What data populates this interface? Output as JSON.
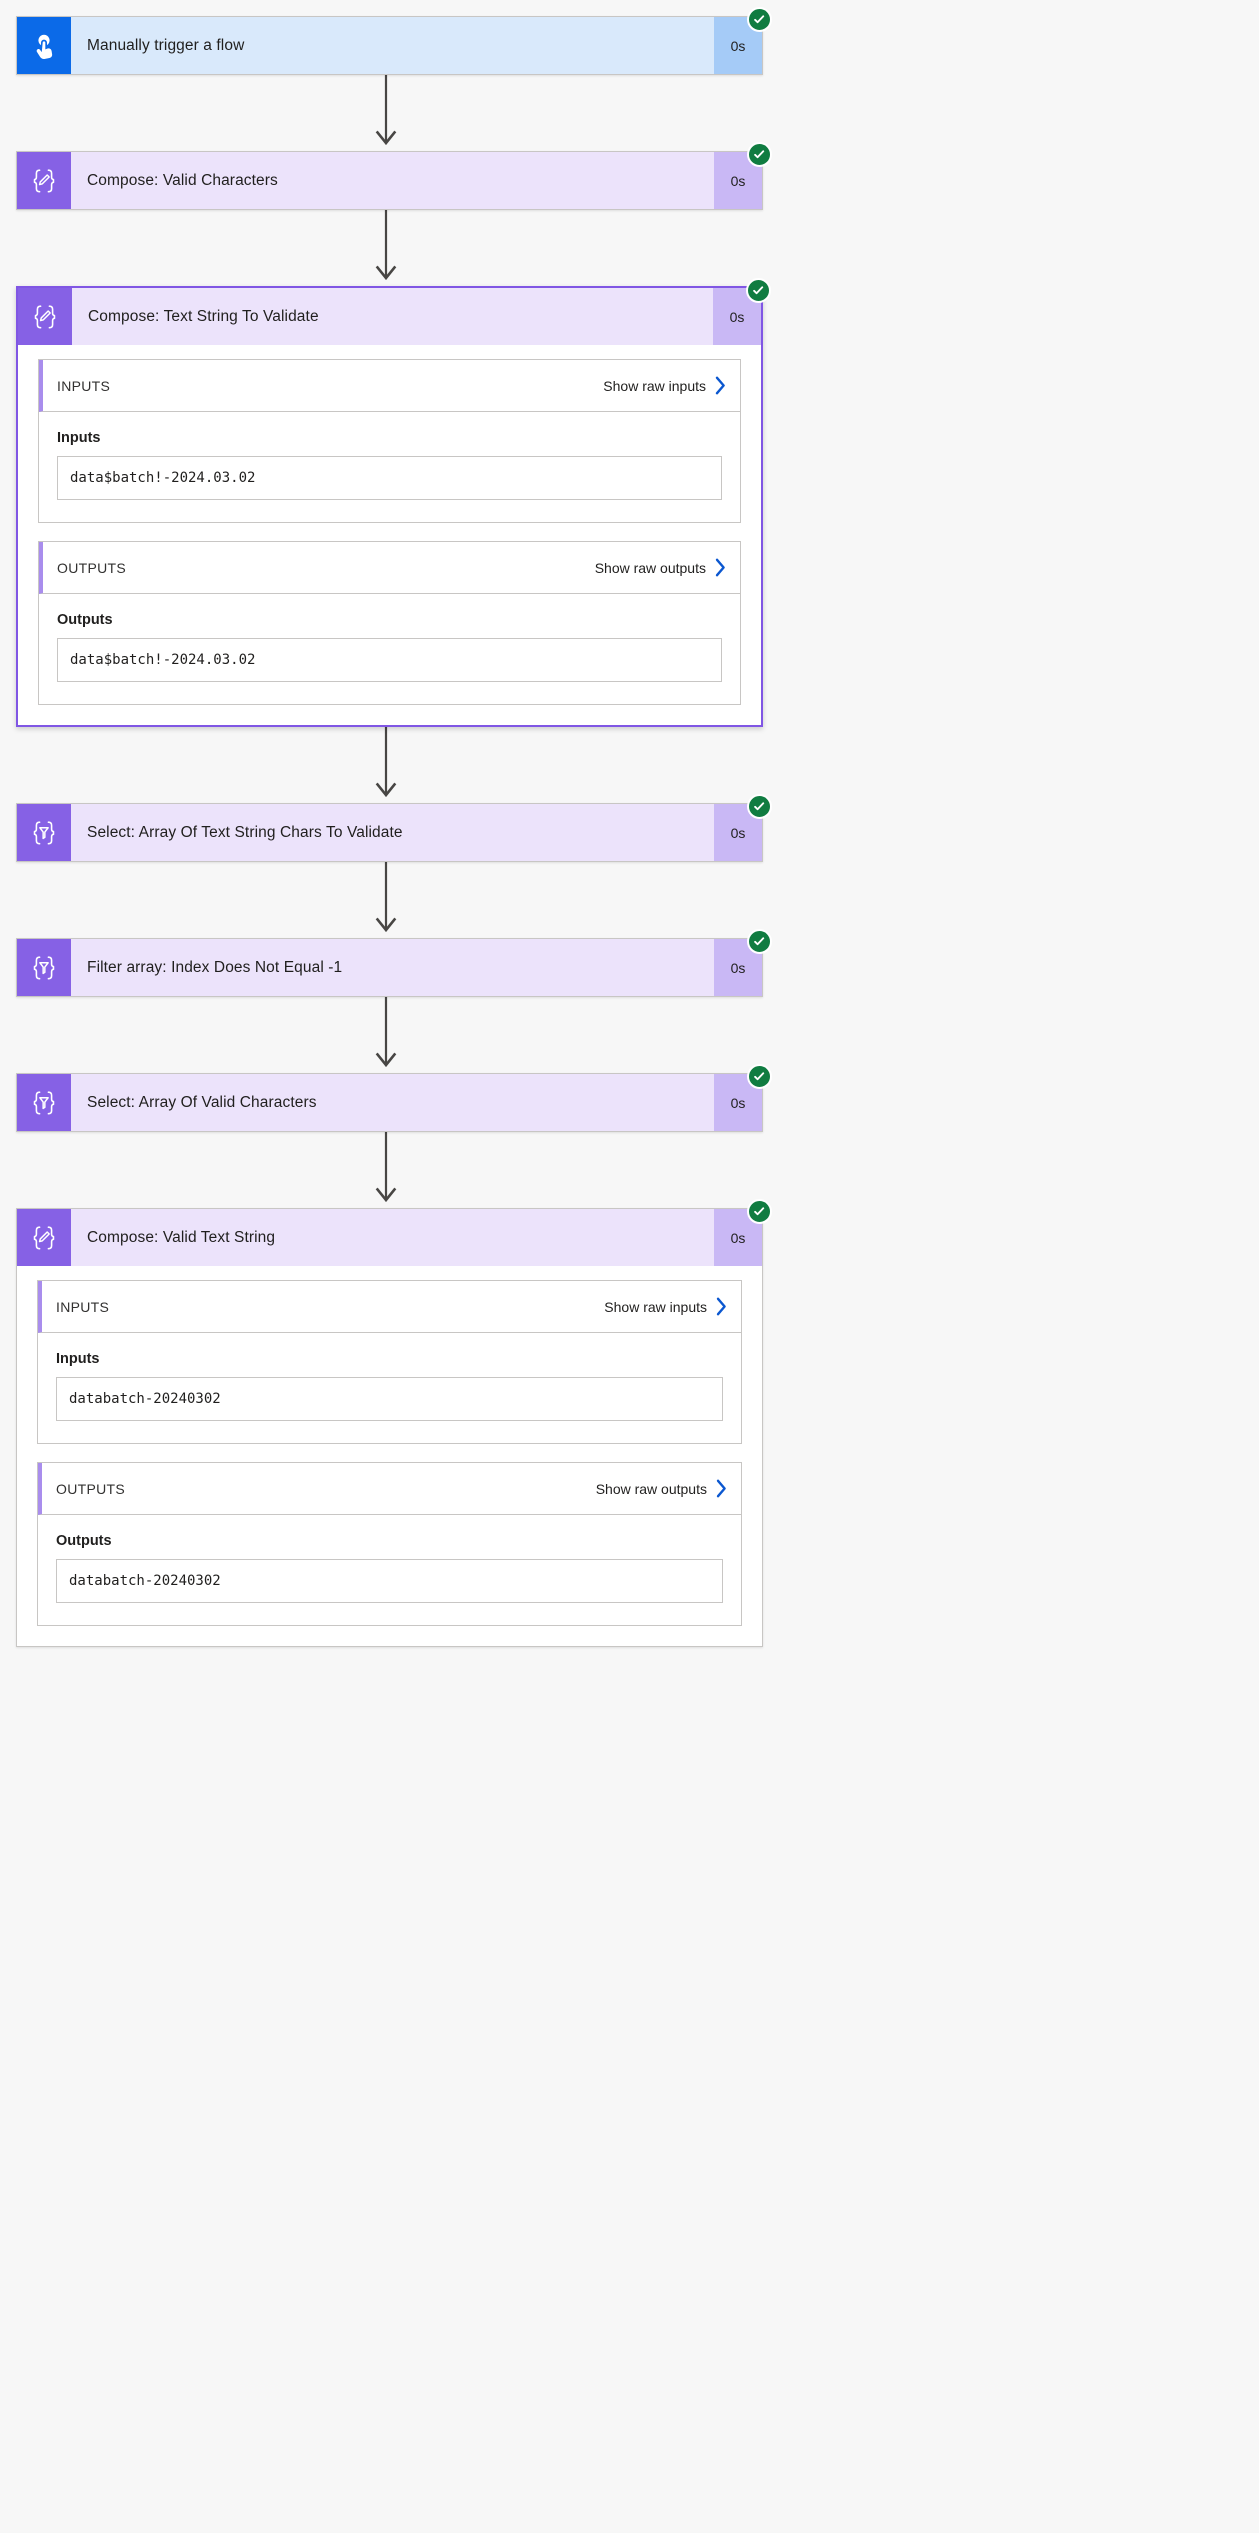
{
  "flow": {
    "status_icon": "check-circle-icon",
    "nodes": [
      {
        "id": "manually-trigger-a-flow",
        "kind": "trigger",
        "icon": "tap-hand-icon",
        "title": "Manually trigger a flow",
        "duration": "0s",
        "status": "Succeeded",
        "selected": false,
        "expanded": false
      },
      {
        "id": "compose-valid-characters",
        "kind": "action",
        "icon": "compose-braces-pencil-icon",
        "title": "Compose: Valid Characters",
        "duration": "0s",
        "status": "Succeeded",
        "selected": false,
        "expanded": false
      },
      {
        "id": "compose-text-string-to-validate",
        "kind": "action",
        "icon": "compose-braces-pencil-icon",
        "title": "Compose: Text String To Validate",
        "duration": "0s",
        "status": "Succeeded",
        "selected": true,
        "expanded": true,
        "inputs": {
          "section_label": "INPUTS",
          "raw_link": "Show raw inputs",
          "raw_link_icon": "chevron-right-icon",
          "field_label": "Inputs",
          "value": "data$batch!-2024.03.02"
        },
        "outputs": {
          "section_label": "OUTPUTS",
          "raw_link": "Show raw outputs",
          "raw_link_icon": "chevron-right-icon",
          "field_label": "Outputs",
          "value": "data$batch!-2024.03.02"
        }
      },
      {
        "id": "select-array-of-text-string-chars-to-validate",
        "kind": "action",
        "icon": "select-funnel-braces-icon",
        "title": "Select: Array Of Text String Chars To Validate",
        "duration": "0s",
        "status": "Succeeded",
        "selected": false,
        "expanded": false
      },
      {
        "id": "filter-array-index-does-not-equal-minus-1",
        "kind": "action",
        "icon": "select-funnel-braces-icon",
        "title": "Filter array: Index Does Not Equal -1",
        "duration": "0s",
        "status": "Succeeded",
        "selected": false,
        "expanded": false
      },
      {
        "id": "select-array-of-valid-characters",
        "kind": "action",
        "icon": "select-funnel-braces-icon",
        "title": "Select: Array Of Valid Characters",
        "duration": "0s",
        "status": "Succeeded",
        "selected": false,
        "expanded": false
      },
      {
        "id": "compose-valid-text-string",
        "kind": "action",
        "icon": "compose-braces-pencil-icon",
        "title": "Compose: Valid Text String",
        "duration": "0s",
        "status": "Succeeded",
        "selected": false,
        "expanded": true,
        "inputs": {
          "section_label": "INPUTS",
          "raw_link": "Show raw inputs",
          "raw_link_icon": "chevron-right-icon",
          "field_label": "Inputs",
          "value": "databatch-20240302"
        },
        "outputs": {
          "section_label": "OUTPUTS",
          "raw_link": "Show raw outputs",
          "raw_link_icon": "chevron-right-icon",
          "field_label": "Outputs",
          "value": "databatch-20240302"
        }
      }
    ]
  },
  "colors": {
    "trigger_icon_bg": "#0b6ae8",
    "trigger_title_bg": "#d9e9fb",
    "trigger_duration_bg": "#a5cbf7",
    "action_icon_bg": "#8661e5",
    "action_title_bg": "#ece3fb",
    "action_duration_bg": "#c9b8f5",
    "selected_border": "#8056e4",
    "success_badge": "#107c41",
    "raw_link_chevron": "#0b57d0",
    "accent_bar": "#a98ded",
    "page_bg": "#f7f7f7"
  }
}
